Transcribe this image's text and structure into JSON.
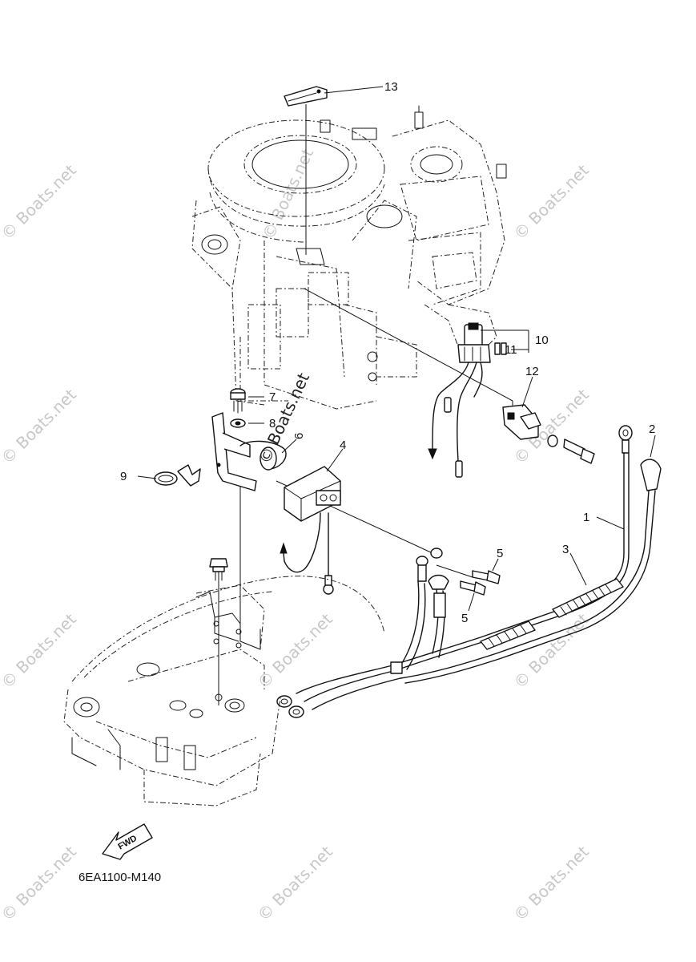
{
  "diagram": {
    "callouts": [
      "1",
      "2",
      "3",
      "4",
      "5",
      "5",
      "6",
      "7",
      "8",
      "9",
      "10",
      "11",
      "12",
      "13"
    ],
    "diagram_code": "6EA1100-M140",
    "fwd_label": "FWD",
    "watermark": "© Boats.net"
  }
}
